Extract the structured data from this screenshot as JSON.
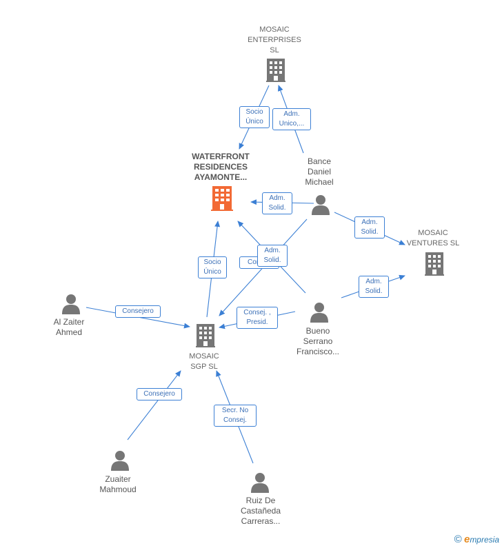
{
  "colors": {
    "company": "#767676",
    "main_company": "#f26a35",
    "person": "#767676",
    "edge": "#3b7fd4"
  },
  "nodes": {
    "mosaic_enterprises": {
      "label": "MOSAIC\nENTERPRISES\nSL",
      "icon": "building-icon"
    },
    "waterfront": {
      "label": "WATERFRONT\nRESIDENCES\nAYAMONTE...",
      "icon": "building-icon"
    },
    "mosaic_ventures": {
      "label": "MOSAIC\nVENTURES  SL",
      "icon": "building-icon"
    },
    "mosaic_sgp": {
      "label": "MOSAIC\nSGP  SL",
      "icon": "building-icon"
    },
    "bance": {
      "label": "Bance\nDaniel\nMichael",
      "icon": "person-icon"
    },
    "al_zaiter": {
      "label": "Al Zaiter\nAhmed",
      "icon": "person-icon"
    },
    "bueno": {
      "label": "Bueno\nSerrano\nFrancisco...",
      "icon": "person-icon"
    },
    "zuaiter": {
      "label": "Zuaiter\nMahmoud",
      "icon": "person-icon"
    },
    "ruiz": {
      "label": "Ruiz De\nCastañeda\nCarreras...",
      "icon": "person-icon"
    }
  },
  "edge_labels": {
    "e1": "Socio\nÚnico",
    "e2": "Adm.\nUnico,...",
    "e3": "Adm.\nSolid.",
    "e4": "Adm.\nSolid.",
    "e5": "Adm.\nSolid.",
    "e6": "Socio\nÚnico",
    "e7": "Consej.",
    "e8": "Adm.\nSolid.",
    "e9": "Consejero",
    "e10": "Consej. ,\nPresid.",
    "e11": "Consejero",
    "e12": "Secr.  No\nConsej."
  },
  "footer": {
    "copyright": "©",
    "brand_initial": "e",
    "brand_rest": "mpresia"
  }
}
